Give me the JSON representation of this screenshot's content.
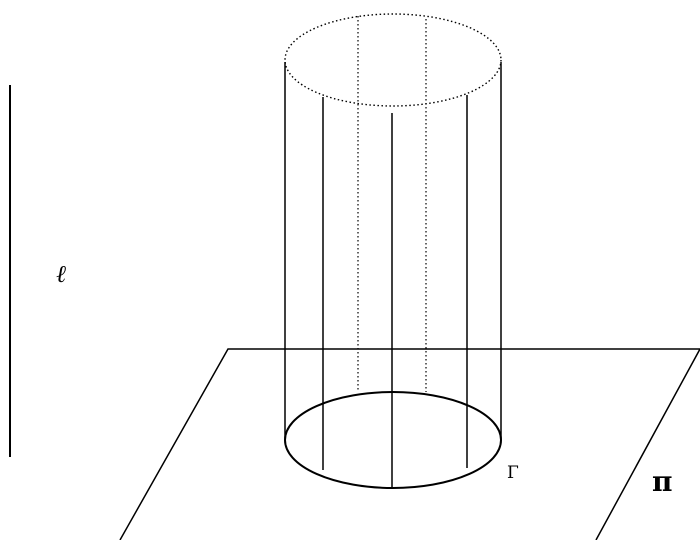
{
  "labels": {
    "line_label": "ℓ",
    "curve_label": "Γ",
    "plane_label": "π"
  },
  "colors": {
    "stroke": "#000000",
    "background": "#ffffff"
  }
}
